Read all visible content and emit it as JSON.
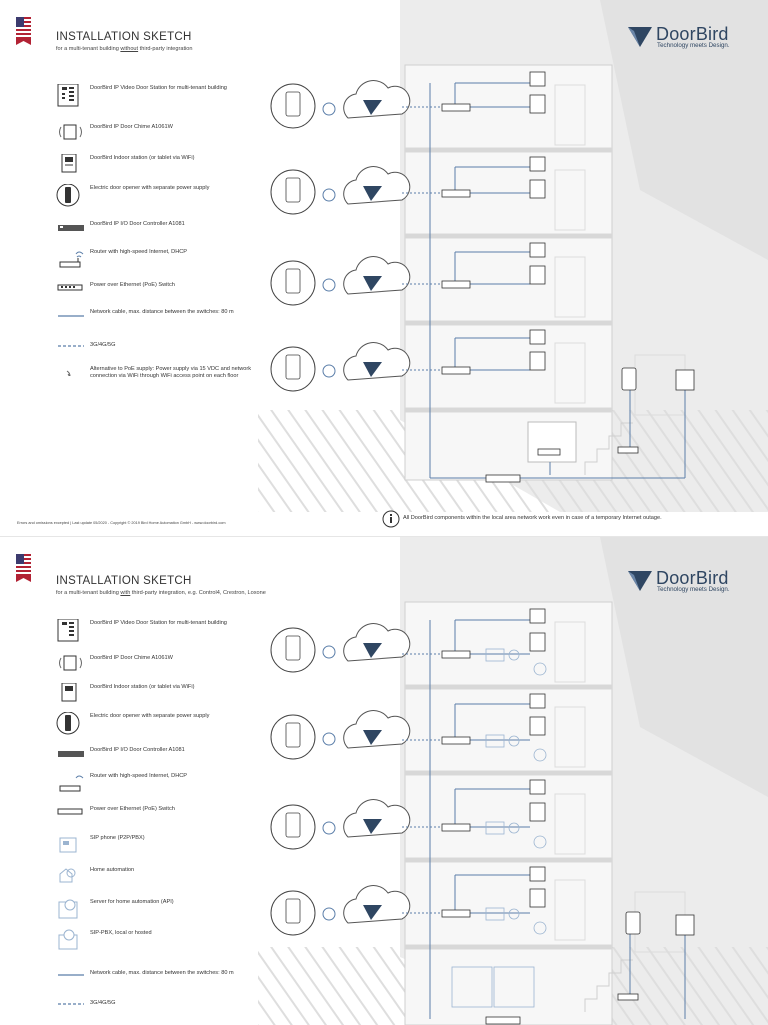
{
  "pages": [
    {
      "title": "INSTALLATION SKETCH",
      "subtitle_pre": "for a multi-tenant building ",
      "subtitle_underlined": "without",
      "subtitle_post": " third-party integration",
      "brand": {
        "name": "DoorBird",
        "tagline": "Technology meets Design."
      },
      "legend": [
        {
          "icon": "video-door-station-icon",
          "text": "DoorBird IP Video Door Station for multi-tenant building"
        },
        {
          "icon": "door-chime-icon",
          "text": "DoorBird IP Door Chime A1061W"
        },
        {
          "icon": "indoor-station-icon",
          "text": "DoorBird Indoor station (or tablet via WiFi)"
        },
        {
          "icon": "door-opener-icon",
          "text": "Electric door opener with separate power supply"
        },
        {
          "icon": "io-controller-icon",
          "text": "DoorBird IP I/O Door Controller A1081"
        },
        {
          "icon": "router-icon",
          "text": "Router with high-speed Internet, DHCP"
        },
        {
          "icon": "poe-switch-icon",
          "text": "Power over Ethernet (PoE) Switch"
        },
        {
          "icon": "network-cable-icon",
          "text": "Network cable, max. distance between the switches: 80 m"
        },
        {
          "icon": "mobile-network-icon",
          "text": "3G/4G/5G"
        },
        {
          "icon": "wifi-icon",
          "text": "Alternative to PoE supply: Power supply via 15 VDC and network connection via WiFi through WiFi access point on each floor"
        }
      ],
      "footer": "Errors and omissions excepted | Last update 05/2020 - Copyright © 2019 Bird Home Automation GmbH - www.doorbird.com",
      "note": "All DoorBird components within the local area network work even in case of a temporary Internet outage."
    },
    {
      "title": "INSTALLATION SKETCH",
      "subtitle_pre": "for a multi-tenant building ",
      "subtitle_underlined": "with",
      "subtitle_post": " third-party integration, e.g. Control4, Crestron, Loxone",
      "brand": {
        "name": "DoorBird",
        "tagline": "Technology meets Design."
      },
      "legend": [
        {
          "icon": "video-door-station-icon",
          "text": "DoorBird IP Video Door Station for multi-tenant building"
        },
        {
          "icon": "door-chime-icon",
          "text": "DoorBird IP Door Chime A1061W"
        },
        {
          "icon": "indoor-station-icon",
          "text": "DoorBird Indoor station (or tablet via WiFi)"
        },
        {
          "icon": "door-opener-icon",
          "text": "Electric door opener with separate power supply"
        },
        {
          "icon": "io-controller-icon",
          "text": "DoorBird IP I/O Door Controller A1081"
        },
        {
          "icon": "router-icon",
          "text": "Router with high-speed Internet, DHCP"
        },
        {
          "icon": "poe-switch-icon",
          "text": "Power over Ethernet (PoE) Switch"
        },
        {
          "icon": "sip-phone-icon",
          "text": "SIP phone (P2P/PBX)"
        },
        {
          "icon": "home-automation-icon",
          "text": "Home automation"
        },
        {
          "icon": "automation-server-icon",
          "text": "Server for home automation (API)"
        },
        {
          "icon": "sip-pbx-icon",
          "text": "SIP-PBX, local or hosted"
        },
        {
          "icon": "network-cable-icon",
          "text": "Network cable, max. distance between the switches: 80 m"
        },
        {
          "icon": "mobile-network-icon",
          "text": "3G/4G/5G"
        }
      ]
    }
  ]
}
